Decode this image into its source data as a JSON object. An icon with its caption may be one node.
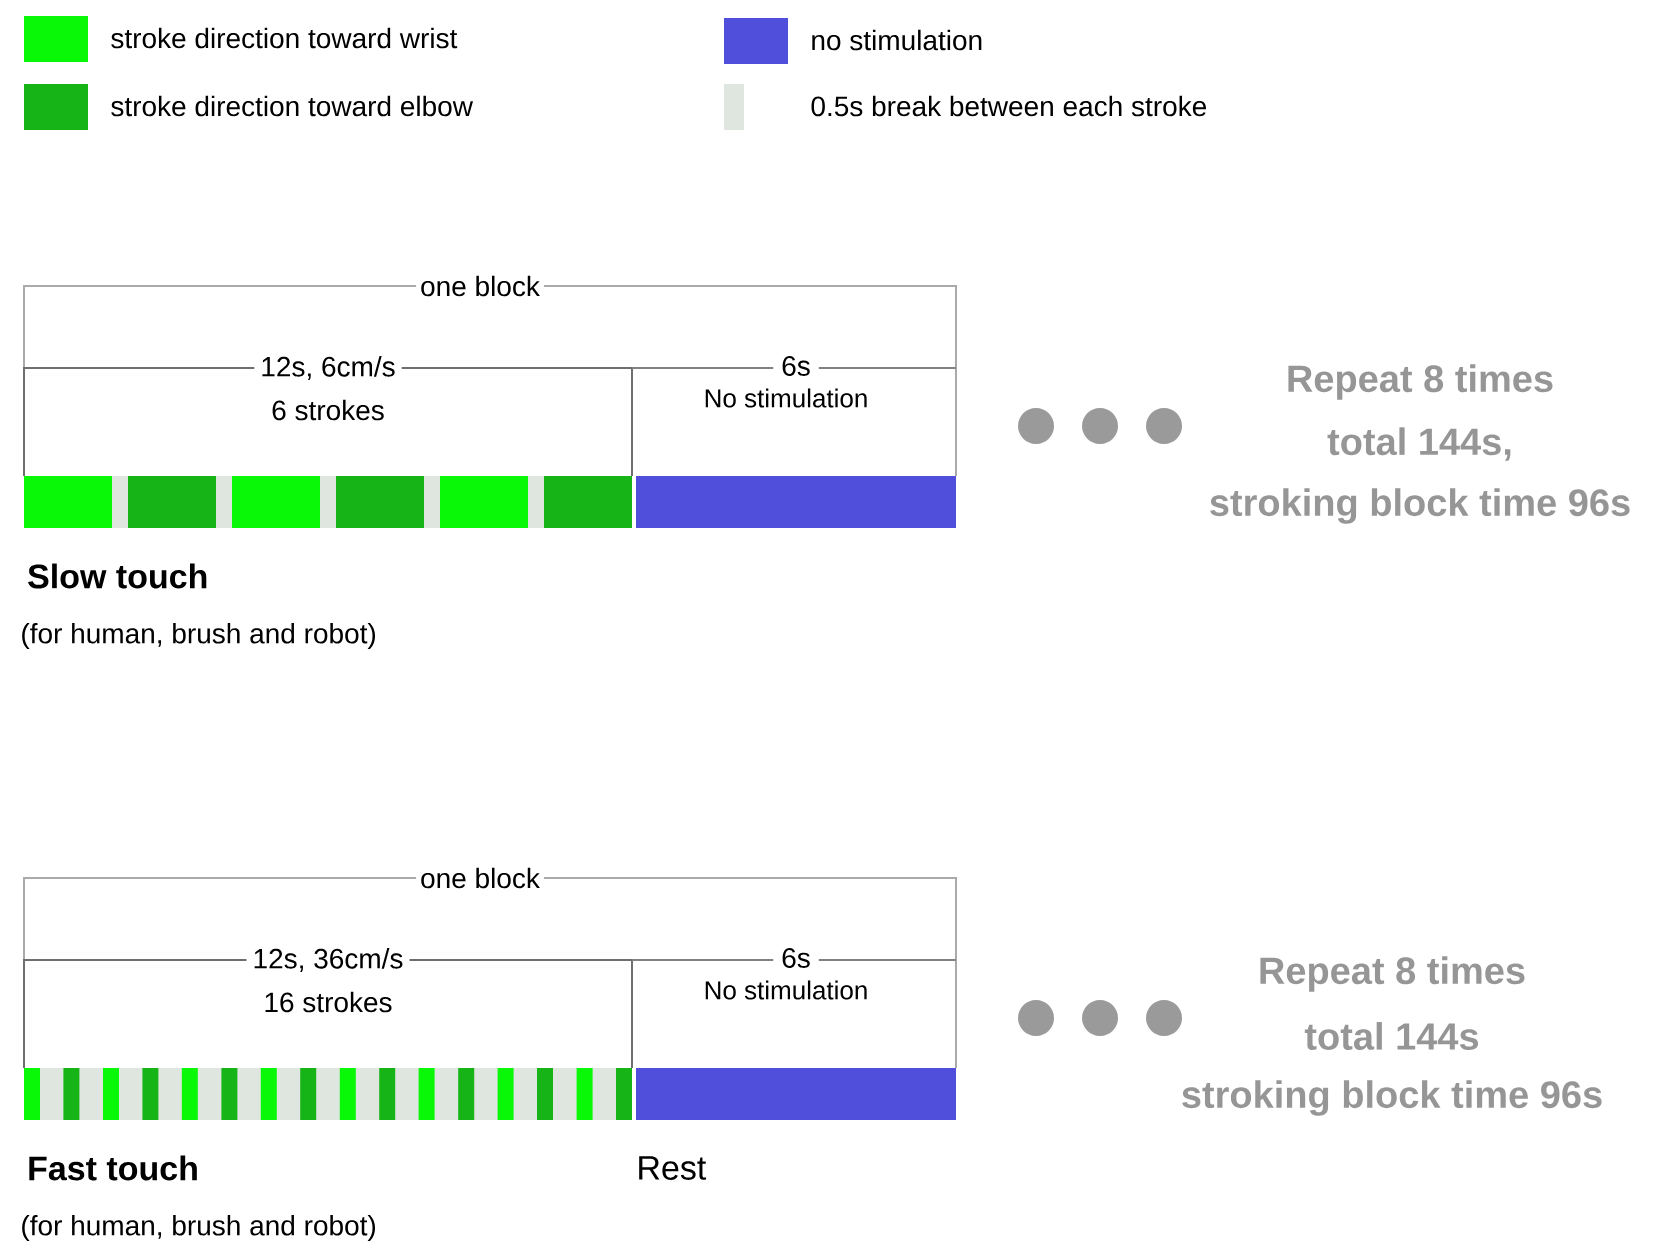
{
  "diagram": {
    "labels": [
      "one block",
      "12s, 6cm/s",
      "6 strokes",
      "6s",
      "No stimulation",
      "Slow touch",
      "(for human, brush and robot)",
      "Repeat 8 times",
      "total 144s,",
      "stroking block time 96s",
      "one block",
      "12s, 36cm/s",
      "16 strokes",
      "6s",
      "No stimulation",
      "Fast touch",
      "Rest",
      "(for human, brush and robot)",
      "Repeat 8 times",
      "total 144s",
      "stroking block time 96s"
    ],
    "legend": [
      {
        "text": "stroke direction toward wrist",
        "color": "#08f808"
      },
      {
        "text": "stroke direction toward elbow",
        "color": "#16b416"
      },
      {
        "text": "no stimulation",
        "color": "#4f4fdc"
      },
      {
        "text": "0.5s break between each stroke",
        "color": "#dfe5df"
      }
    ]
  }
}
